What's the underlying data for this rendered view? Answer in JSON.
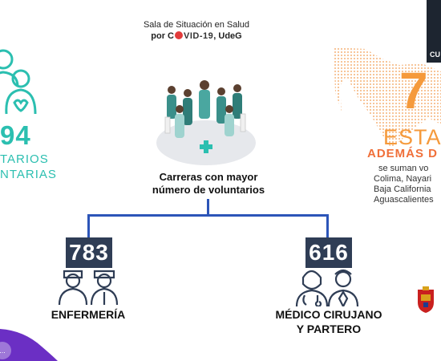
{
  "header": {
    "line1": "Sala de Situación en Salud",
    "line2_prefix": "por C",
    "line2_covid": "VID-19",
    "line2_suffix": ", UdeG"
  },
  "left": {
    "count": "94",
    "line1": "TARIOS",
    "line2": "NTARIAS"
  },
  "center": {
    "title_line1": "Carreras con mayor",
    "title_line2": "número de voluntarios"
  },
  "careers": [
    {
      "count": "783",
      "label_line1": "ENFERMERÍA",
      "label_line2": ""
    },
    {
      "count": "616",
      "label_line1": "MÉDICO CIRUJANO",
      "label_line2": "Y PARTERO"
    }
  ],
  "right": {
    "big_number": "7",
    "states_word": "ESTA",
    "ademas": "ADEMÁS D",
    "text_line1": "se suman vo",
    "text_line2": "Colima, Nayari",
    "text_line3": "Baja California",
    "text_line4": "Aguascalientes"
  },
  "video": {
    "label": "CU"
  },
  "controls": {
    "more": "..."
  },
  "colors": {
    "teal": "#2bbfb0",
    "orange": "#f59a3c",
    "navy_box": "#2f3d55",
    "tree_line": "#2c55b8",
    "purple": "#6b2fc4"
  }
}
